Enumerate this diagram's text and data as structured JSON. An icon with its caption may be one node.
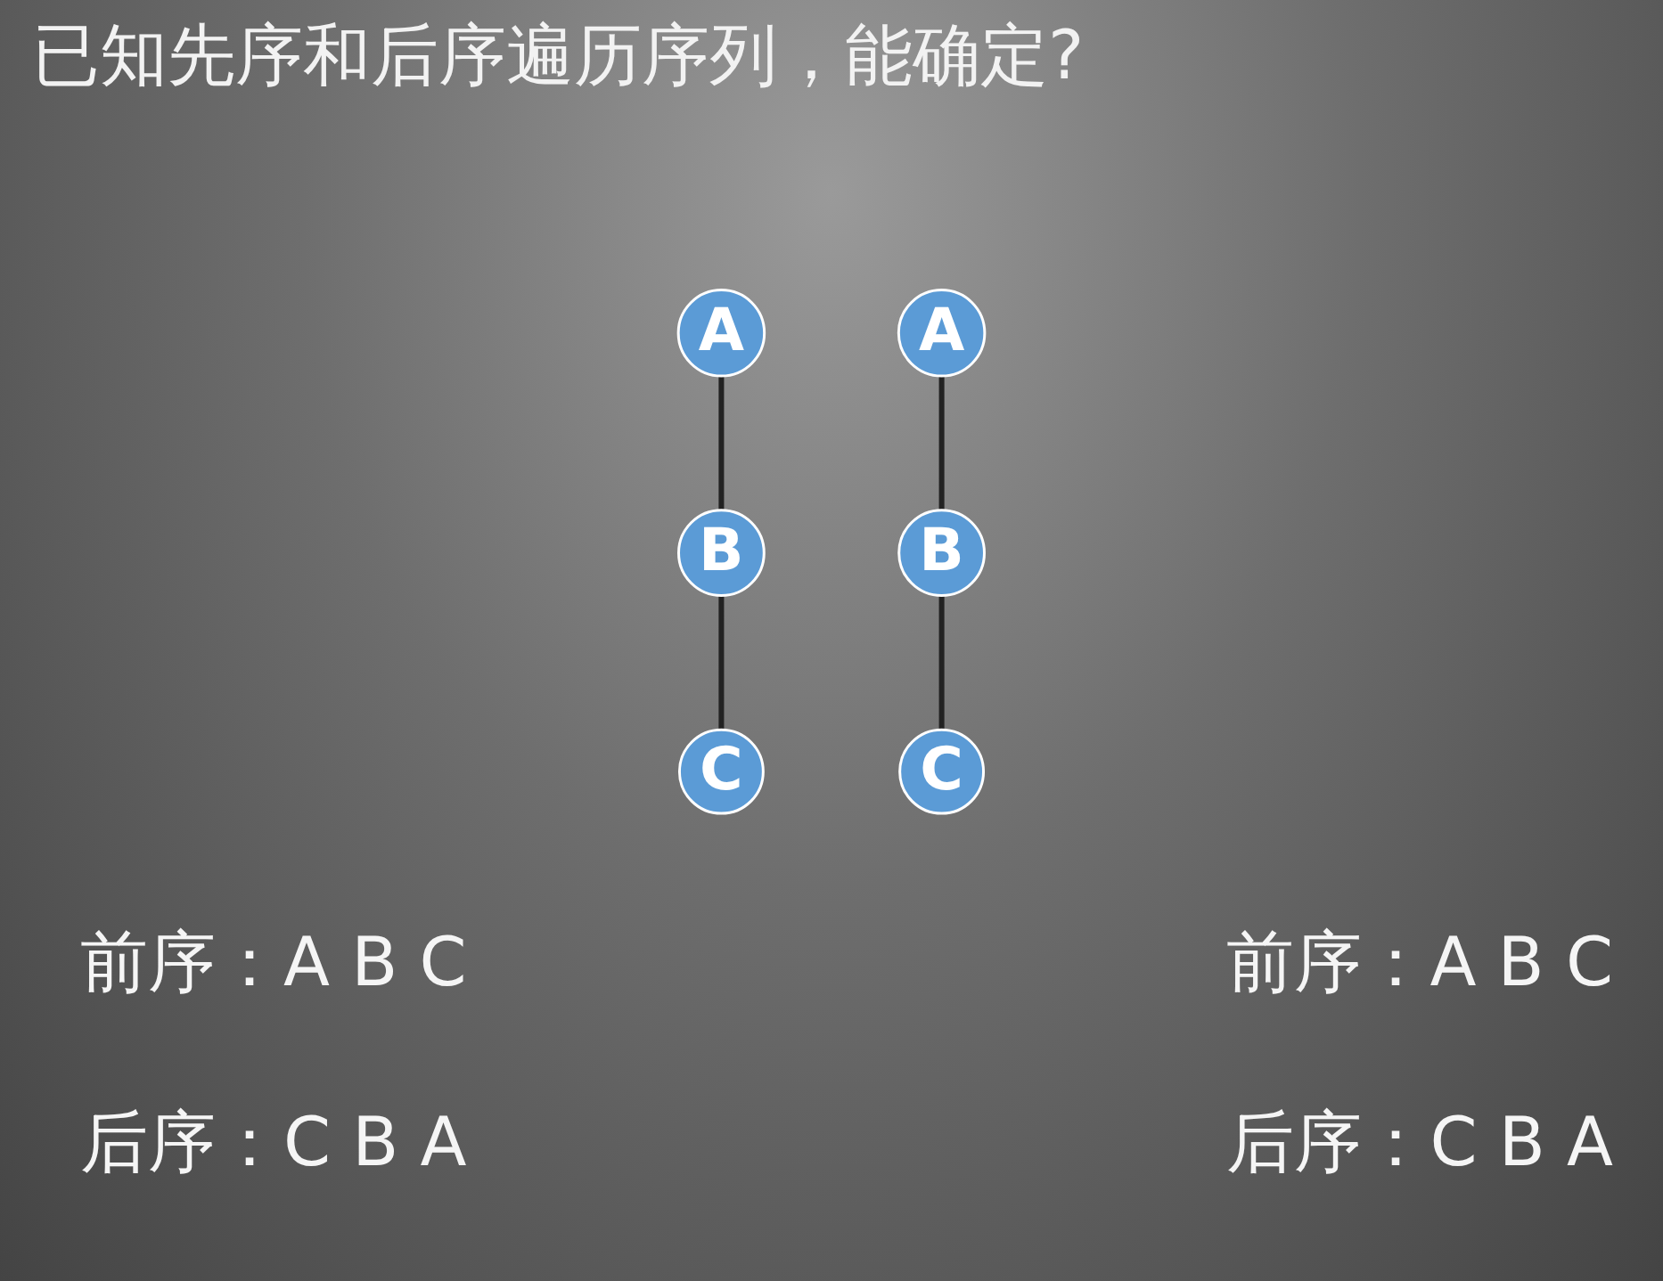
{
  "diagram": {
    "title": "已知先序和后序遍历序列，能确定?",
    "nodes": [
      {
        "text": [
          "A"
        ]
      },
      {
        "text": [
          "B"
        ]
      },
      {
        "text": [
          "C"
        ]
      },
      {
        "text": [
          "A"
        ]
      },
      {
        "text": [
          "B"
        ]
      },
      {
        "text": [
          "C"
        ]
      }
    ],
    "edges": [
      {
        "from": 0,
        "to": 1,
        "arrow": "none"
      },
      {
        "from": 1,
        "to": 2,
        "arrow": "none"
      },
      {
        "from": 3,
        "to": 4,
        "arrow": "none"
      },
      {
        "from": 4,
        "to": 5,
        "arrow": "none"
      }
    ],
    "labels": [
      "前序：A B C",
      "前序：A B C",
      "后序：C B A",
      "后序：C B A"
    ]
  }
}
